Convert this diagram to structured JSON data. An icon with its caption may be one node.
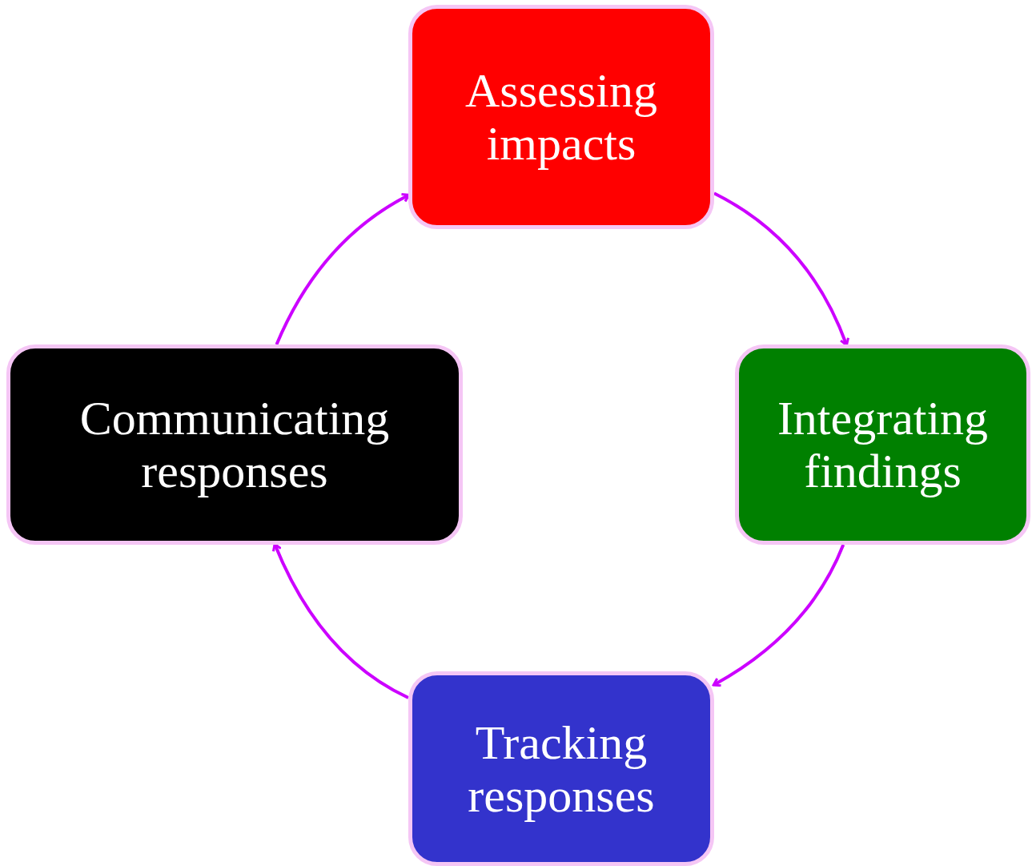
{
  "diagram": {
    "nodes": [
      {
        "text": [
          "Assessing impacts"
        ]
      },
      {
        "text": [
          "Integrating findings"
        ]
      },
      {
        "text": [
          "Tracking responses"
        ]
      },
      {
        "text": [
          "Communicating responses"
        ]
      }
    ],
    "edges": [
      {
        "from": 0,
        "to": 1,
        "arrow": "to"
      },
      {
        "from": 1,
        "to": 2,
        "arrow": "to"
      },
      {
        "from": 2,
        "to": 3,
        "arrow": "to"
      },
      {
        "from": 3,
        "to": 0,
        "arrow": "to"
      }
    ]
  }
}
